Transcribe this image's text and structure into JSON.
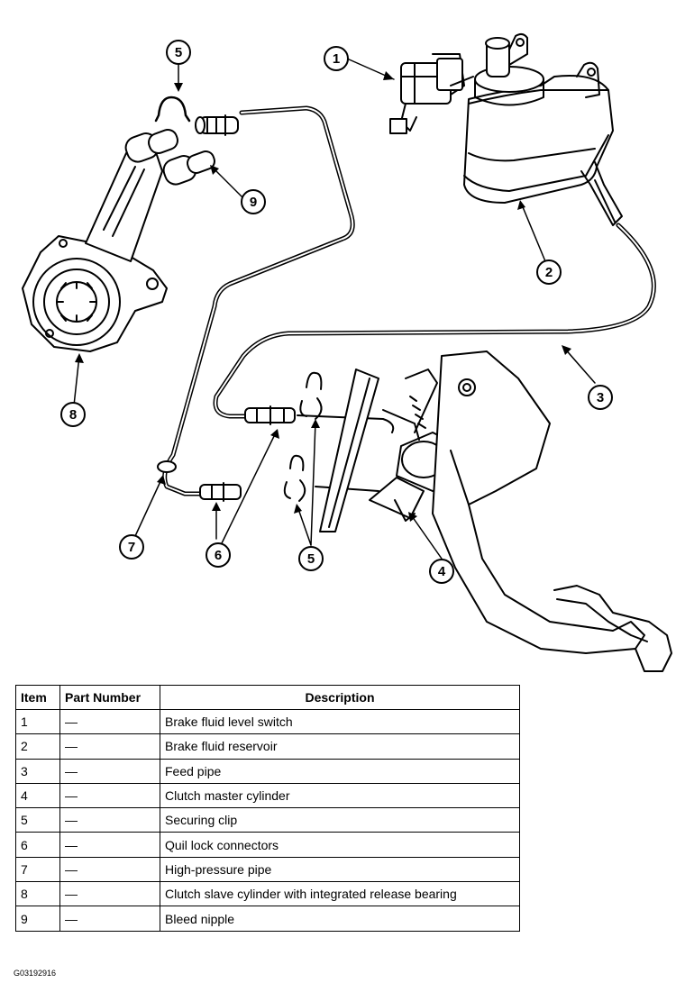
{
  "callouts": {
    "c1": "1",
    "c2": "2",
    "c3": "3",
    "c4": "4",
    "c5a": "5",
    "c5b": "5",
    "c6": "6",
    "c7": "7",
    "c8": "8",
    "c9": "9"
  },
  "table": {
    "headers": {
      "item": "Item",
      "part_number": "Part Number",
      "description": "Description"
    },
    "rows": [
      {
        "item": "1",
        "part_number": "—",
        "description": "Brake fluid level switch"
      },
      {
        "item": "2",
        "part_number": "—",
        "description": "Brake fluid reservoir"
      },
      {
        "item": "3",
        "part_number": "—",
        "description": "Feed pipe"
      },
      {
        "item": "4",
        "part_number": "—",
        "description": "Clutch master cylinder"
      },
      {
        "item": "5",
        "part_number": "—",
        "description": "Securing clip"
      },
      {
        "item": "6",
        "part_number": "—",
        "description": "Quil lock connectors"
      },
      {
        "item": "7",
        "part_number": "—",
        "description": "High-pressure pipe"
      },
      {
        "item": "8",
        "part_number": "—",
        "description": "Clutch slave cylinder with integrated release bearing"
      },
      {
        "item": "9",
        "part_number": "—",
        "description": "Bleed nipple"
      }
    ]
  },
  "figure_code": "G03192916"
}
